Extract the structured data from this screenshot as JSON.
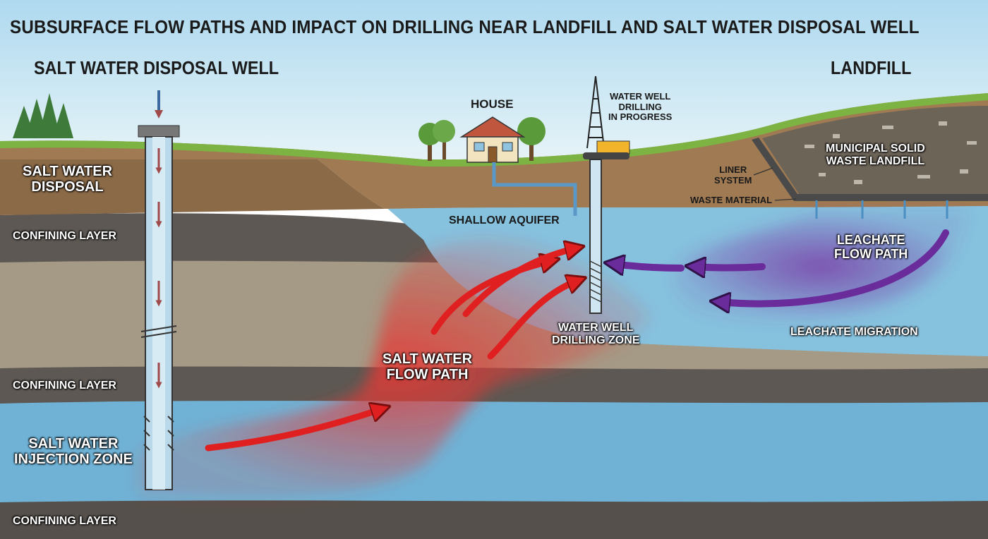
{
  "title": "SUBSURFACE FLOW PATHS AND IMPACT ON DRILLING NEAR LANDFILL AND SALT WATER DISPOSAL WELL",
  "labels": {
    "swd_well": "SALT WATER DISPOSAL WELL",
    "landfill": "LANDFILL",
    "house": "HOUSE",
    "water_well_drilling": "WATER WELL\nDRILLING\nIN PROGRESS",
    "salt_water_disposal": "SALT WATER\nDISPOSAL",
    "confining_layer_1": "CONFINING LAYER",
    "confining_layer_2": "CONFINING LAYER",
    "confining_layer_3": "CONFINING LAYER",
    "injection_zone": "SALT WATER\nINJECTION ZONE",
    "shallow_aquifer": "SHALLOW AQUIFER",
    "liner_system": "LINER\nSYSTEM",
    "waste_material": "WASTE MATERIAL",
    "msw_landfill": "MUNICIPAL SOLID\nWASTE LANDFILL",
    "leachate_flow_path": "LEACHATE\nFLOW PATH",
    "leachate_migration": "LEACHATE MIGRATION",
    "drilling_zone": "WATER WELL\nDRILLING ZONE",
    "salt_water_flow_path": "SALT WATER\nFLOW PATH"
  },
  "colors": {
    "sky_top": "#aed9ef",
    "sky_bottom": "#e9f5f8",
    "grass": "#7cb342",
    "topsoil": "#a07a52",
    "confining": "#5d5853",
    "sand": "#a59a86",
    "aquifer": "#86c1de",
    "deep_aquifer": "#6fb2d6",
    "salt_water_plume": "#e53935",
    "leachate": "#7b3fa8",
    "landfill_waste": "#6d6458"
  }
}
